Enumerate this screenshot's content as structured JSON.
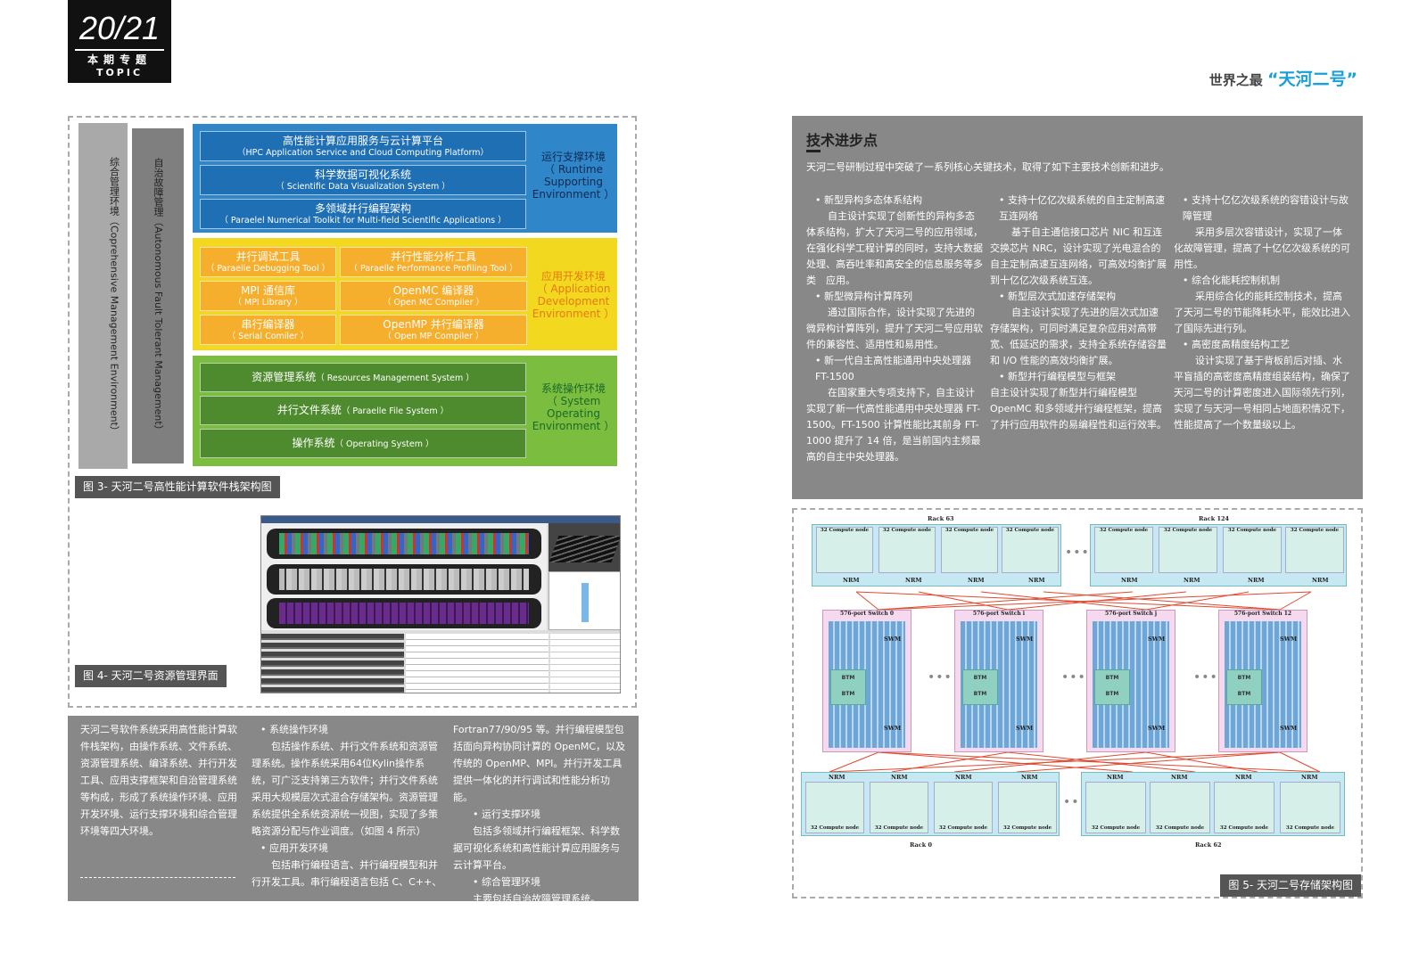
{
  "header": {
    "page_number": "20/21",
    "section_cn": "本期专题",
    "section_en": "TOPIC",
    "running_head_pre": "世界之最",
    "running_head_hl": "“天河二号”"
  },
  "fig3": {
    "left_bar_outer": "综合管理环境（Coprehensive Management Environment）",
    "left_bar_inner": "自治故障管理（Autonomous Fault Tolerant Management）",
    "runtime": {
      "tiles": [
        {
          "cn": "高性能计算应用服务与云计算平台",
          "en": "（HPC Application Service and Cloud Computing Platform）"
        },
        {
          "cn": "科学数据可视化系统",
          "en": "（ Scientific Data Visualization System ）"
        },
        {
          "cn": "多领域并行编程架构",
          "en": "（ Paraelel Numerical Toolkit for Multi-field Scientific Applications ）"
        }
      ],
      "title": "运行支撑环境\n（ Runtime\nSupporting\nEnvironment ）"
    },
    "dev": {
      "tiles": [
        {
          "cn": "并行调试工具",
          "en": "（ Paraelle Debugging Tool ）"
        },
        {
          "cn": "并行性能分析工具",
          "en": "（ Paraelle Performance Profiling Tool ）"
        },
        {
          "cn": "MPI 通信库",
          "en": "（ MPI Library ）"
        },
        {
          "cn": "OpenMC 编译器",
          "en": "（ Open MC Compiler ）"
        },
        {
          "cn": "串行编译器",
          "en": "（ Serial Comiler ）"
        },
        {
          "cn": "OpenMP 并行编译器",
          "en": "（ Open MP Compiler ）"
        }
      ],
      "title": "应用开发环境\n（ Application\nDevelopment\nEnvironment ）"
    },
    "os": {
      "tiles": [
        {
          "cn": "资源管理系统",
          "en": "（ Resources Management System ）"
        },
        {
          "cn": "并行文件系统",
          "en": "（ Paraelle File System ）"
        },
        {
          "cn": "操作系统",
          "en": "（ Operating System ）"
        }
      ],
      "title": "系统操作环境\n（ System\nOperating\nEnvironment ）"
    },
    "caption": "图 3- 天河二号高性能计算软件栈架构图"
  },
  "fig4": {
    "caption": "图 4- 天河二号资源管理界面"
  },
  "body": {
    "col1": "天河二号软件系统采用高性能计算软件栈架构，由操作系统、文件系统、资源管理系统、编译系统、并行开发工具、应用支撑框架和自治管理系统等构成，形成了系统操作环境、应用开发环境、运行支撑环境和综合管理环境等四大环境。",
    "col2_h1": "• 系统操作环境",
    "col2_p1": "包括操作系统、并行文件系统和资源管理系统。操作系统采用64位Kylin操作系统，可广泛支持第三方软件；并行文件系统采用大规模层次式混合存储架构。资源管理系统提供全系统资源统一视图，实现了多策略资源分配与作业调度。（如图 4 所示）",
    "col2_h2": "• 应用开发环境",
    "col2_p2": "包括串行编程语言、并行编程模型和并行开发工具。串行编程语言包括 C、C++、",
    "col3_p0": "Fortran77/90/95 等。并行编程模型包括面向异构协同计算的 OpenMC，以及传统的 OpenMP、MPI。并行开发工具提供一体化的并行调试和性能分析功能。",
    "col3_h1": "• 运行支撑环境",
    "col3_p1": "包括多领域并行编程框架、科学数据可视化系统和高性能计算应用服务与云计算平台。",
    "col3_h2": "• 综合管理环境",
    "col3_p2": "主要包括自治故障管理系统。"
  },
  "tech": {
    "title": "技术进步点",
    "intro": "天河二号研制过程中突破了一系列核心关键技术，取得了如下主要技术创新和进步。",
    "c1_h1": "• 新型异构多态体系结构",
    "c1_p1": "自主设计实现了创新性的异构多态体系结构，扩大了天河二号的应用领域，在强化科学工程计算的同时，支持大数据处理、高吞吐率和高安全的信息服务等多类　应用。",
    "c1_h2": "• 新型微异构计算阵列",
    "c1_p2": "通过国际合作，设计实现了先进的微异构计算阵列，提升了天河二号应用软件的兼容性、适用性和易用性。",
    "c1_h3": "• 新一代自主高性能通用中央处理器 FT-1500",
    "c1_p3": "在国家重大专项支持下，自主设计实现了新一代高性能通用中央处理器 FT-1500。FT-1500 计算性能比其前身 FT-1000 提升了 14 倍，是当前国内主频最高的自主中央处理器。",
    "c2_h1": "• 支持十亿亿次级系统的自主定制高速互连网络",
    "c2_p1": "基于自主通信接口芯片 NIC 和互连交换芯片 NRC，设计实现了光电混合的自主定制高速互连网络，可高效均衡扩展到十亿亿次级系统互连。",
    "c2_h2": "• 新型层次式加速存储架构",
    "c2_p2": "自主设计实现了先进的层次式加速存储架构，可同时满足复杂应用对高带宽、低延迟的需求，支持全系统存储容量和 I/O 性能的高效均衡扩展。",
    "c2_h3": "• 新型并行编程模型与框架",
    "c2_p3": "自主设计实现了新型并行编程模型 OpenMC 和多领域并行编程框架，提高了并行应用软件的易编程性和运行效率。",
    "c3_h1": "• 支持十亿亿次级系统的容错设计与故障管理",
    "c3_p1": "采用多层次容错设计，实现了一体化故障管理，提高了十亿亿次级系统的可用性。",
    "c3_h2": "• 综合化能耗控制机制",
    "c3_p2": "采用综合化的能耗控制技术，提高了天河二号的节能降耗水平，能效比进入了国际先进行列。",
    "c3_h3": "• 高密度高精度结构工艺",
    "c3_p3": "设计实现了基于背板前后对插、水平盲插的高密度高精度组装结构，确保了天河二号的计算密度进入国际领先行列，实现了与天河一号相同占地面积情况下，性能提高了一个数量级以上。"
  },
  "fig5": {
    "rack_top_left": "Rack 63",
    "rack_top_right": "Rack 124",
    "rack_bottom_left": "Rack 0",
    "rack_bottom_right": "Rack 62",
    "compute_node": "32 Compute node",
    "nrm": "NRM",
    "switches": [
      "576-port Switch 0",
      "576-port Switch i",
      "576-port Switch j",
      "576-port Switch 12"
    ],
    "btm": "BTM",
    "swm": "SWM",
    "ellipsis": "•••",
    "caption": "图 5- 天河二号存储架构图"
  },
  "colors": {
    "runtime_blue": "#2f86c8",
    "dev_yellow": "#f2d81f",
    "os_green": "#7bbd3e",
    "tile_blue": "#1f6fb5",
    "tile_orange": "#f6ae2d",
    "tile_green": "#4e8a2e",
    "panel_gray": "#888888"
  }
}
